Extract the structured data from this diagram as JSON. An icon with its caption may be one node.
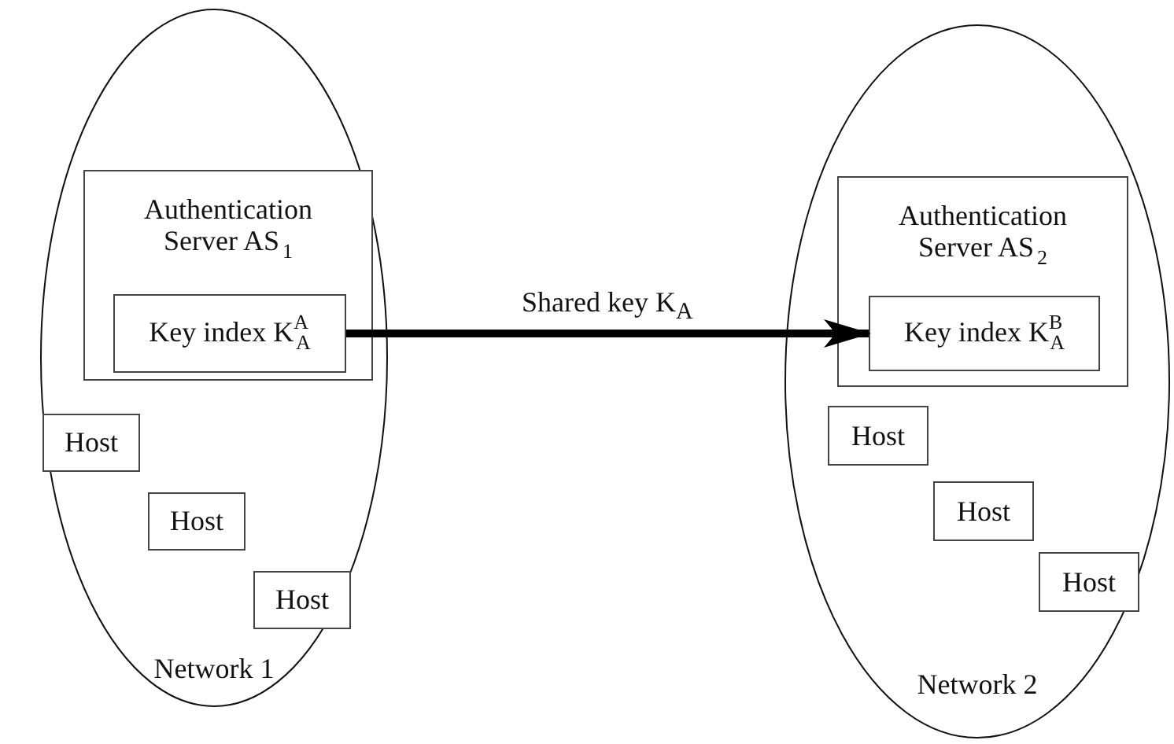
{
  "diagram": {
    "nodes": [
      {
        "text": [
          "Network 1"
        ]
      },
      {
        "text": [
          "Authentication Server AS$_{1}$"
        ],
        "in": 0
      },
      {
        "text": [
          "Key index K$^{A}$$_{A}$"
        ],
        "in": 1
      },
      {
        "text": [
          "Host"
        ],
        "in": 0
      },
      {
        "text": [
          "Host"
        ],
        "in": 0
      },
      {
        "text": [
          "Host"
        ],
        "in": 0
      },
      {
        "text": [
          "Network 2"
        ]
      },
      {
        "text": [
          "Authentication Server AS$_{2}$"
        ],
        "in": 6
      },
      {
        "text": [
          "Key index K$^{B}$$_{A}$"
        ],
        "in": 7
      },
      {
        "text": [
          "Host"
        ],
        "in": 6
      },
      {
        "text": [
          "Host"
        ],
        "in": 6
      },
      {
        "text": [
          "Host"
        ],
        "in": 6
      }
    ],
    "edges": [
      {
        "from": 2,
        "to": 8,
        "label": "Shared key K$_{A}$",
        "arrow": "to"
      }
    ]
  }
}
